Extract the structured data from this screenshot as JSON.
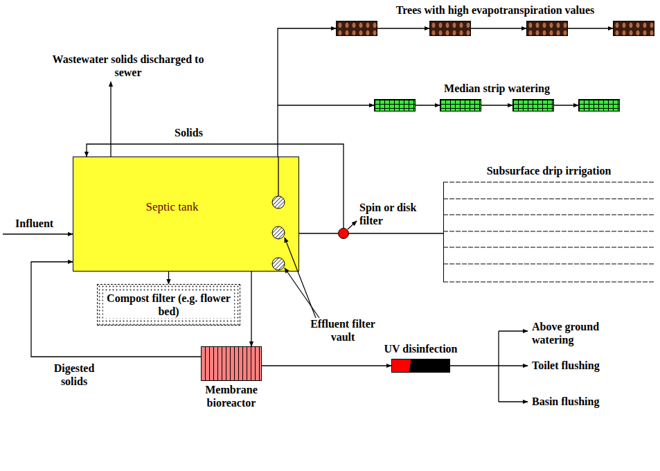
{
  "diagram": {
    "nodes": [
      {
        "text": [
          "Septic tank"
        ]
      },
      {
        "text": [
          "Spin or disk filter"
        ]
      },
      {
        "text": [
          "Subsurface drip irrigation"
        ]
      },
      {
        "text": [
          "Trees with high evapotranspiration values"
        ]
      },
      {
        "text": [
          "Median strip watering"
        ]
      },
      {
        "text": [
          "Compost filter (e.g. flower bed)"
        ]
      },
      {
        "text": [
          "Membrane bioreactor"
        ]
      },
      {
        "text": [
          "UV disinfection"
        ]
      }
    ],
    "edges": [
      {
        "from": 0,
        "to": 1,
        "arrow": "none"
      },
      {
        "from": 1,
        "to": 2,
        "arrow": "none"
      },
      {
        "from": 1,
        "to": 0,
        "label": "Solids",
        "arrow": "to"
      },
      {
        "from": 0,
        "to": 3,
        "arrow": "to"
      },
      {
        "from": 0,
        "to": 4,
        "arrow": "to"
      },
      {
        "from": 0,
        "to": 5,
        "arrow": "to"
      },
      {
        "from": 0,
        "to": 6,
        "arrow": "to"
      },
      {
        "from": 6,
        "to": 0,
        "label": "Digested solids",
        "arrow": "to"
      },
      {
        "from": 6,
        "to": 7,
        "arrow": "to"
      }
    ],
    "labels": [
      "Wastewater solids discharged to sewer",
      "Influent",
      "Effluent filter vault",
      "Above ground watering",
      "Toilet flushing",
      "Basin flushing"
    ]
  }
}
